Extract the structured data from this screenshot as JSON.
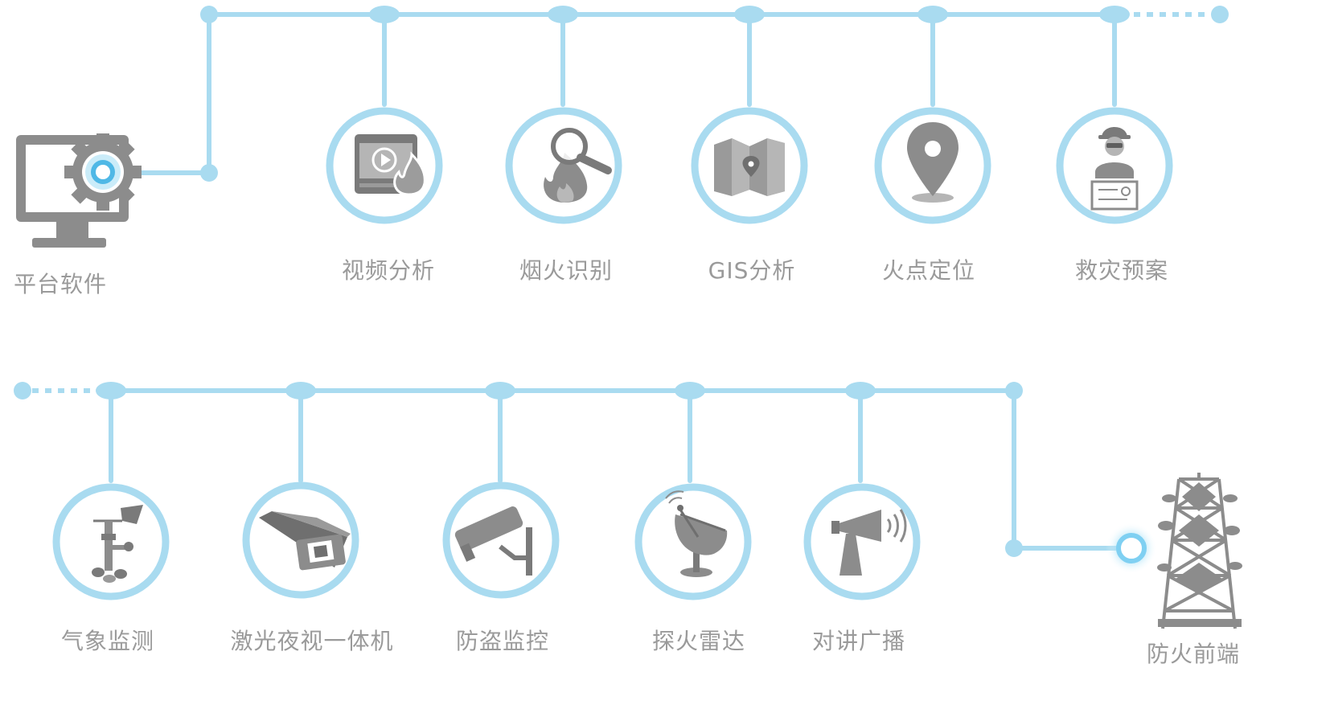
{
  "colors": {
    "line": "#a9dbf0",
    "ring": "#a9dbf0",
    "icon": "#8c8c8c",
    "icon_dark": "#6f6f6f",
    "text": "#9a9a9a",
    "glow": "#7fd0f2"
  },
  "platform": {
    "label": "平台软件",
    "icon": "monitor-gear-icon"
  },
  "frontend": {
    "label": "防火前端",
    "icon": "tower-icon"
  },
  "software_modules": [
    {
      "label": "视频分析",
      "icon": "video-fire-icon"
    },
    {
      "label": "烟火识别",
      "icon": "magnifier-fire-icon"
    },
    {
      "label": "GIS分析",
      "icon": "map-icon"
    },
    {
      "label": "火点定位",
      "icon": "location-pin-icon"
    },
    {
      "label": "救灾预案",
      "icon": "firefighter-plan-icon"
    }
  ],
  "frontend_devices": [
    {
      "label": "气象监测",
      "icon": "weather-vane-icon"
    },
    {
      "label": "激光夜视一体机",
      "icon": "laser-camera-icon"
    },
    {
      "label": "防盗监控",
      "icon": "security-camera-icon"
    },
    {
      "label": "探火雷达",
      "icon": "radar-dish-icon"
    },
    {
      "label": "对讲广播",
      "icon": "loudspeaker-icon"
    }
  ]
}
